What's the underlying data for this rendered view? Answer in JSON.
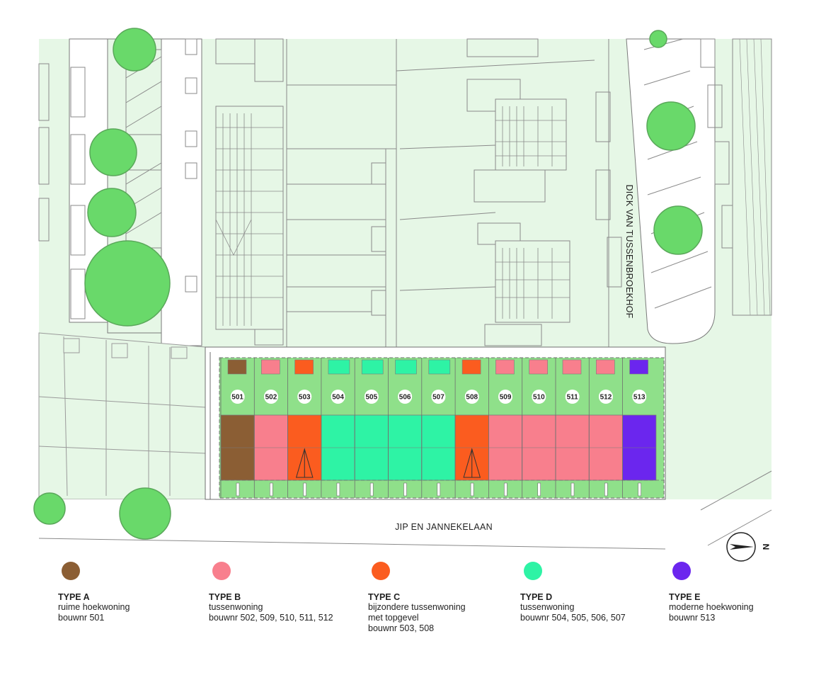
{
  "streets": {
    "bottom": "JIP EN JANNEKELAAN",
    "right": "DICK VAN TUSSENBROEKHOF"
  },
  "compass": {
    "label": "N"
  },
  "colors": {
    "type_a": "#8b5e34",
    "type_b": "#f87f8d",
    "type_c": "#fb5c1f",
    "type_d": "#2ef3a5",
    "type_e": "#6b26ee",
    "lot_green": "#8fe08a",
    "background_green": "#e6f7e6",
    "tree": "#69d96a",
    "line": "#6f6f6f"
  },
  "units": [
    {
      "nr": "501",
      "type": "A"
    },
    {
      "nr": "502",
      "type": "B"
    },
    {
      "nr": "503",
      "type": "C"
    },
    {
      "nr": "504",
      "type": "D"
    },
    {
      "nr": "505",
      "type": "D"
    },
    {
      "nr": "506",
      "type": "D"
    },
    {
      "nr": "507",
      "type": "D"
    },
    {
      "nr": "508",
      "type": "C"
    },
    {
      "nr": "509",
      "type": "B"
    },
    {
      "nr": "510",
      "type": "B"
    },
    {
      "nr": "511",
      "type": "B"
    },
    {
      "nr": "512",
      "type": "B"
    },
    {
      "nr": "513",
      "type": "E"
    }
  ],
  "legend": [
    {
      "id": "a",
      "title": "TYPE A",
      "lines": [
        "ruime hoekwoning",
        "bouwnr 501"
      ],
      "color": "#8b5e34"
    },
    {
      "id": "b",
      "title": "TYPE B",
      "lines": [
        "tussenwoning",
        "bouwnr 502, 509, 510, 511, 512"
      ],
      "color": "#f87f8d"
    },
    {
      "id": "c",
      "title": "TYPE C",
      "lines": [
        "bijzondere tussenwoning",
        "met topgevel",
        "bouwnr 503, 508"
      ],
      "color": "#fb5c1f"
    },
    {
      "id": "d",
      "title": "TYPE D",
      "lines": [
        "tussenwoning",
        "bouwnr 504, 505, 506, 507"
      ],
      "color": "#2ef3a5"
    },
    {
      "id": "e",
      "title": "TYPE E",
      "lines": [
        "moderne hoekwoning",
        "bouwnr 513"
      ],
      "color": "#6b26ee"
    }
  ]
}
